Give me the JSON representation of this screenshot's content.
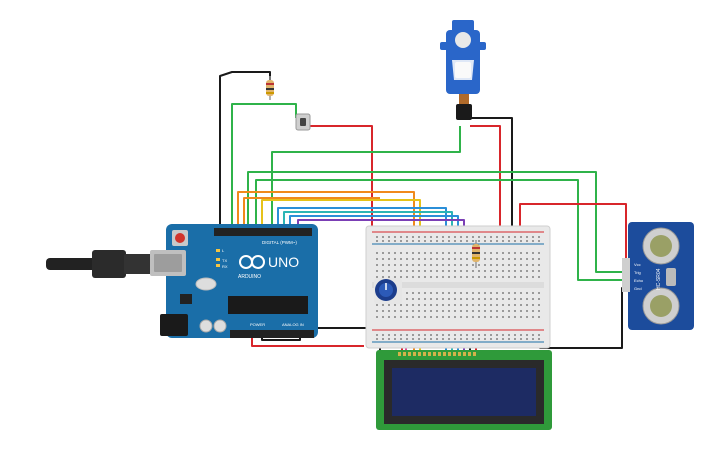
{
  "arduino": {
    "brand": "UNO",
    "logo_text": "ARDUINO",
    "digital_label": "DIGITAL (PWM~)",
    "power_label": "POWER",
    "analog_label": "ANALOG IN",
    "tx_label": "TX",
    "rx_label": "RX",
    "l_label": "L",
    "on_label": "ON"
  },
  "sensor": {
    "model": "HC-SR04",
    "pins": [
      "Vcc",
      "Trig",
      "Echo",
      "Gnd"
    ]
  },
  "colors": {
    "arduino_board": "#1a6ea8",
    "lcd_board": "#2f9a3a",
    "lcd_screen": "#1d2b63",
    "servo": "#2a66c9",
    "sensor_board": "#1c4c9c",
    "wire_red": "#d8262b",
    "wire_black": "#1a1a1a",
    "wire_green": "#2fb34a",
    "wire_orange": "#f08a1c",
    "wire_yellow": "#e6c21a",
    "wire_blue": "#2b8fd8",
    "wire_purple": "#7b3fb5",
    "wire_teal": "#2cb5b5",
    "wire_pink": "#e0479a"
  }
}
